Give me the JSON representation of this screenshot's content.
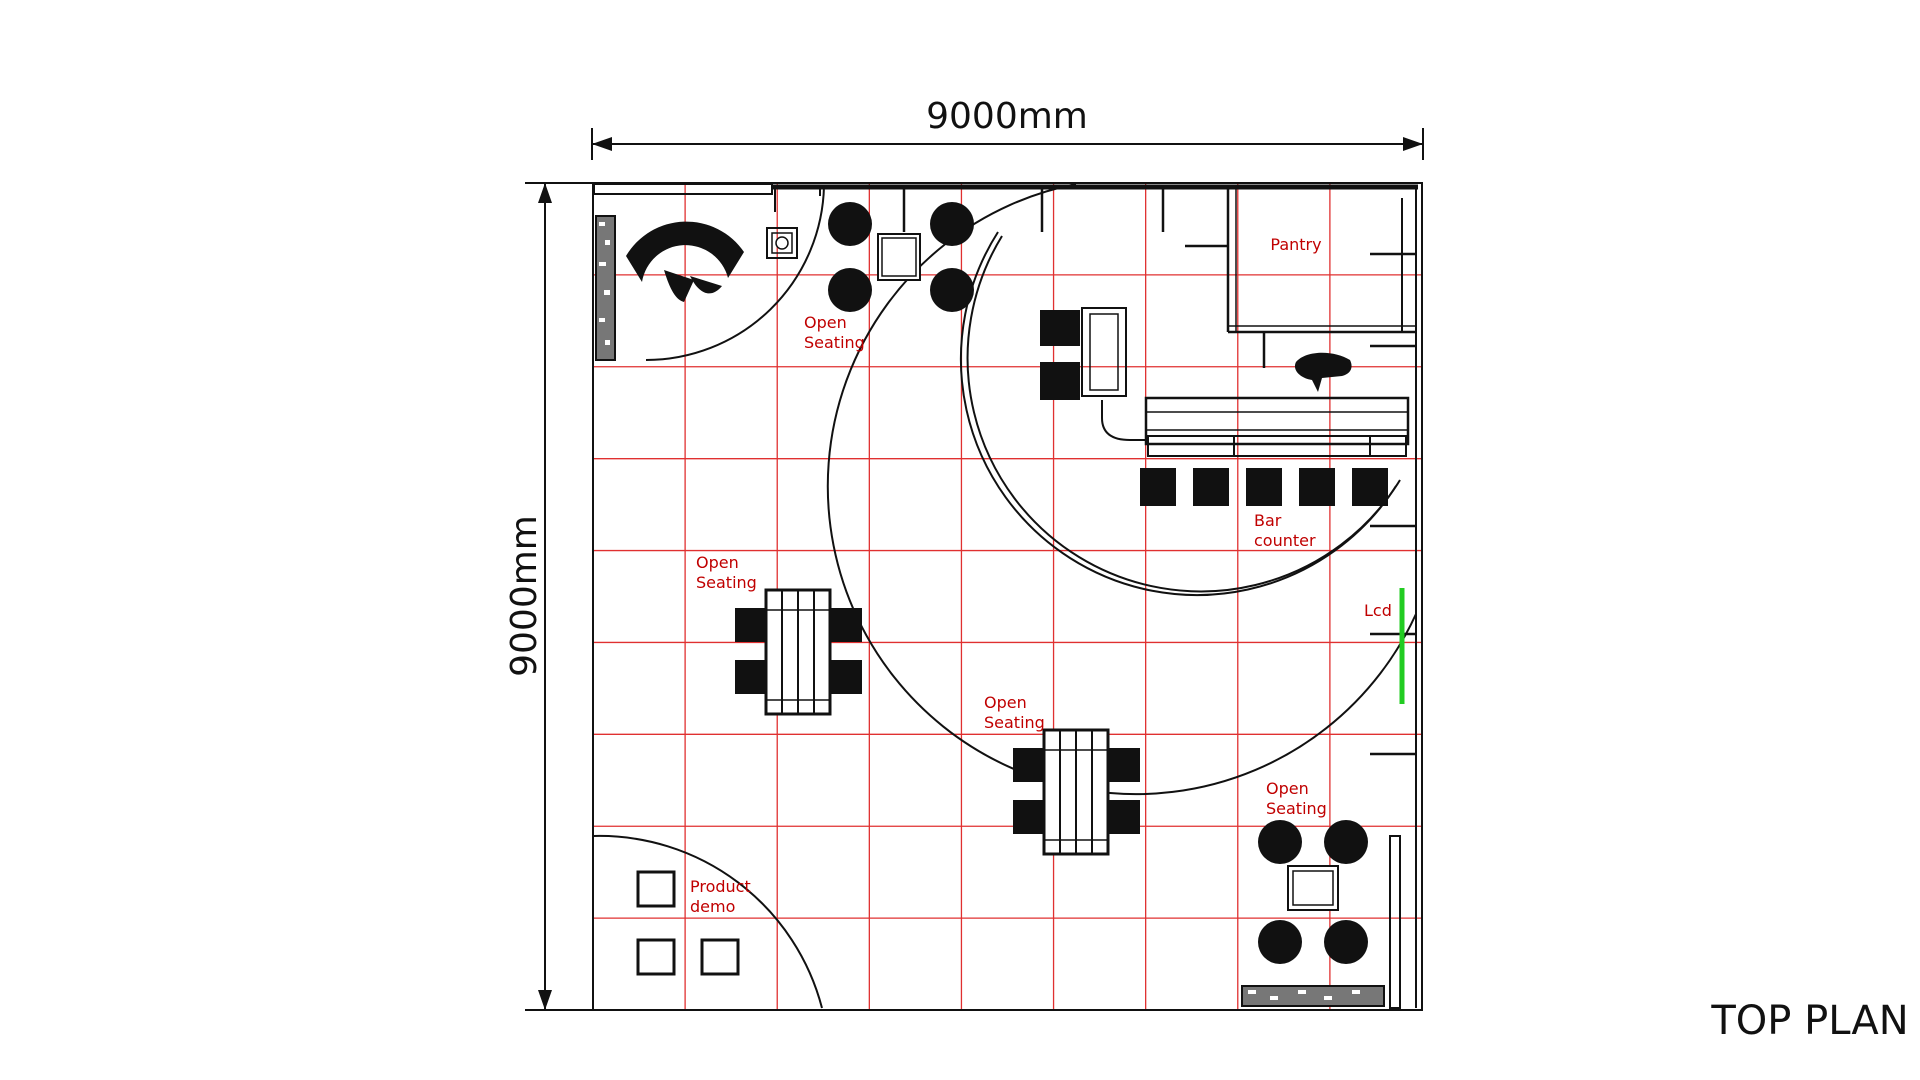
{
  "dimensions": {
    "width_label": "9000mm",
    "height_label": "9000mm"
  },
  "title": "TOP PLAN",
  "grid": {
    "columns": 9,
    "rows": 9
  },
  "zones": {
    "pantry": "Pantry",
    "open_seating_top": [
      "Open",
      "Seating"
    ],
    "bar_counter": [
      "Bar",
      "counter"
    ],
    "lcd": "Lcd",
    "open_seating_left": [
      "Open",
      "Seating"
    ],
    "open_seating_center": [
      "Open",
      "Seating"
    ],
    "open_seating_bottom_right": [
      "Open",
      "Seating"
    ],
    "product_demo": [
      "Product",
      "demo"
    ]
  },
  "colors": {
    "grid": "#e03030",
    "label": "#c00000",
    "lcd": "#22cc22",
    "line": "#111111"
  }
}
